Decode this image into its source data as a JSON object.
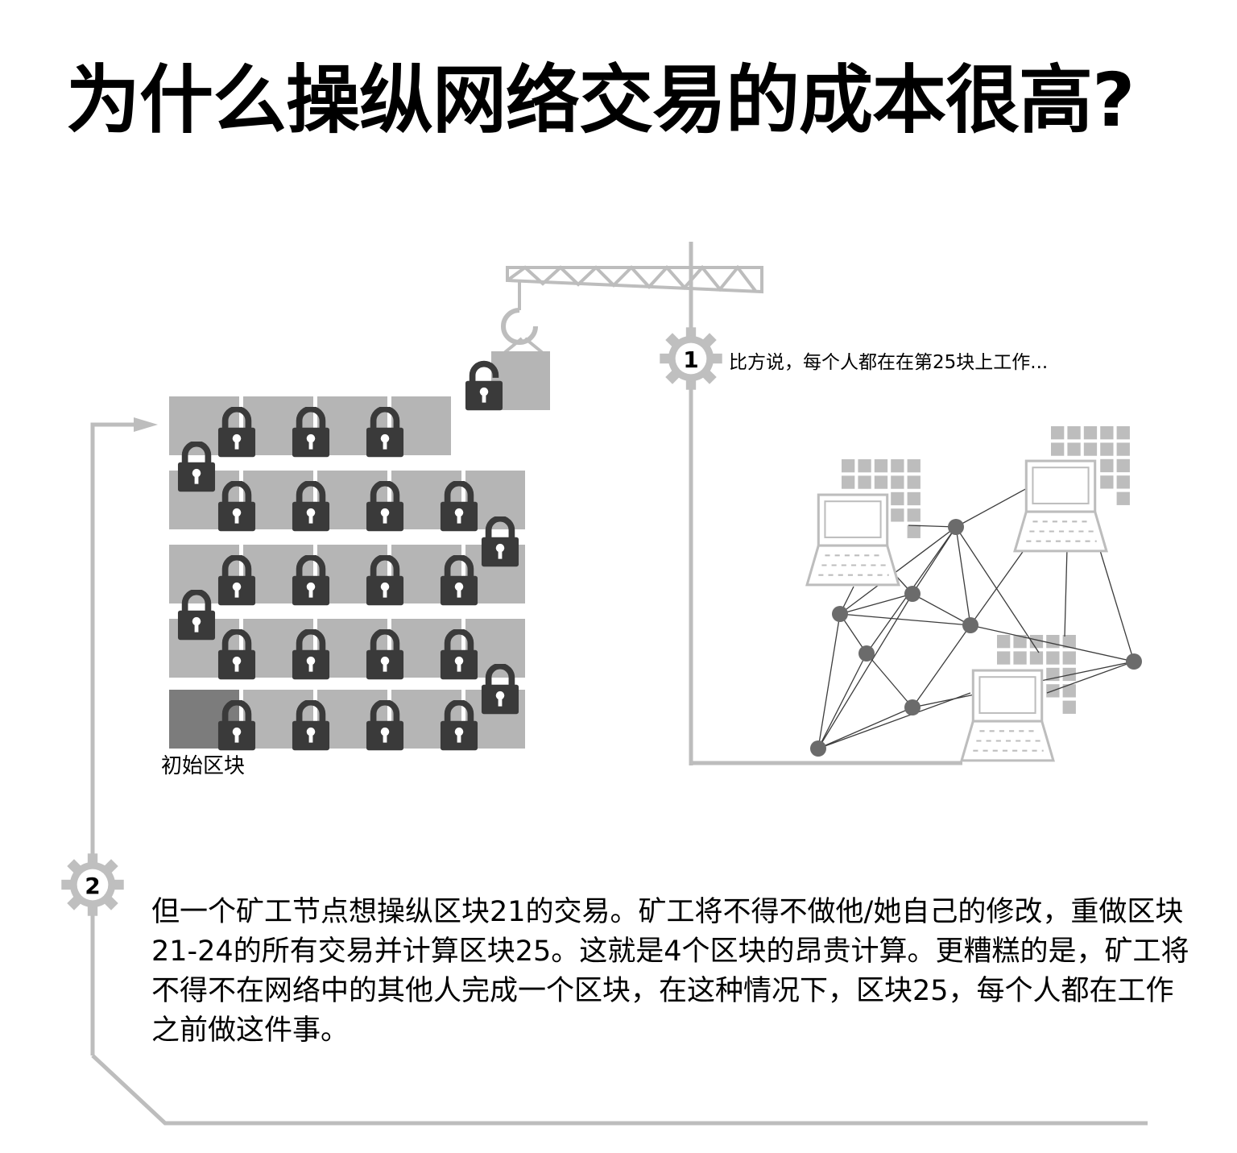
{
  "title": "为什么操纵网络交易的成本很高?",
  "step1": {
    "number": "1",
    "text": "比方说，每个人都在在第25块上工作..."
  },
  "step2": {
    "number": "2",
    "text": "但一个矿工节点想操纵区块21的交易。矿工将不得不做他/她自己的修改，重做区块21-24的所有交易并计算区块25。这就是4个区块的昂贵计算。更糟糕的是，矿工将不得不在网络中的其他人完成一个区块，在这种情况下，区块25，每个人都在工作之前做这件事。"
  },
  "genesis_label": "初始区块",
  "icons": [
    "crane-icon",
    "gear-icon",
    "lock-icon",
    "laptop-icon",
    "network-node-icon",
    "arrow-icon"
  ],
  "colors": {
    "block": "#b5b5b5",
    "genesis_block": "#7c7c7c",
    "lock": "#3a3a3a",
    "line": "#bdbdbd",
    "node": "#6b6b6b"
  }
}
